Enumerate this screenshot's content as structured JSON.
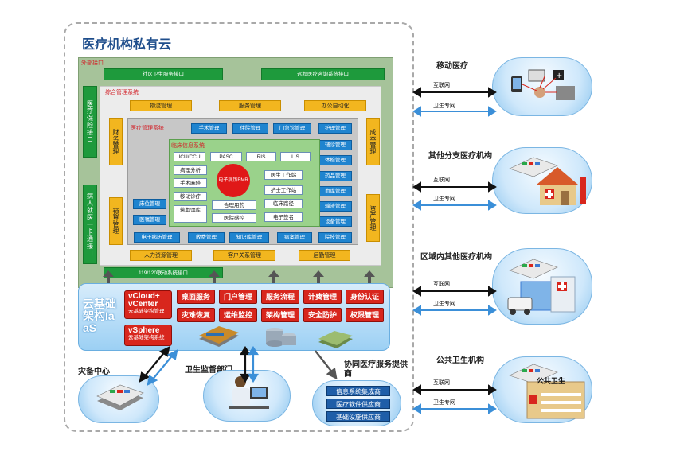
{
  "title": "医疗机构私有云",
  "external": {
    "label": "外部接口",
    "top_left": "社区卫生服务接口",
    "top_right": "远程医疗咨询系统接口",
    "left_top": "医疗保险接口",
    "left_bottom": "病人就医一卡通接口",
    "bottom": "119/120联动系统接口"
  },
  "mgmt": {
    "label": "综合管理系统",
    "top": [
      "物流管理",
      "服务管理",
      "办公自动化"
    ],
    "left_top": "财务管理",
    "left_bottom": "预算管理",
    "right_top": "成本管理",
    "right_bottom": "资产管理",
    "bottom": [
      "人力资源管理",
      "客户关系管理",
      "后勤管理"
    ]
  },
  "medical": {
    "label": "医疗管理系统",
    "top": [
      "手术管理",
      "住院管理",
      "门急诊管理",
      "护理管理"
    ],
    "right": [
      "辅诊管理",
      "体检管理",
      "药品管理",
      "血库管理",
      "输液管理",
      "设备管理"
    ],
    "left": [
      "床位管理",
      "医嘱管理"
    ],
    "bottom": [
      "电子病历管理",
      "收费管理",
      "知识库管理",
      "病案管理",
      "院技管理"
    ]
  },
  "clinical": {
    "label": "临床信息系统",
    "top": [
      "ICU/CCU",
      "PASC",
      "RIS",
      "LIS"
    ],
    "left": [
      "病理分析",
      "手术麻醉",
      "移动诊疗",
      "输血/血库"
    ],
    "center": "电子病历EMR",
    "right": [
      "医生工作站",
      "护士工作站",
      "临床路径",
      "电子签名"
    ],
    "bottom": [
      "合理用药",
      "医院感控"
    ]
  },
  "iaas": {
    "label": "云基础架构IaaS",
    "vcloud_line1": "vCloud+",
    "vcloud_line2": "vCenter",
    "vcloud_sub": "云基础架构管理",
    "vsphere": "vSphere",
    "vsphere_sub": "云基础架构系统",
    "services_row1": [
      "桌面服务",
      "门户管理",
      "服务流程",
      "计费管理",
      "身份认证"
    ],
    "services_row2": [
      "灾难恢复",
      "运维监控",
      "架构管理",
      "安全防护",
      "权限管理"
    ]
  },
  "bottom": {
    "backup": "灾备中心",
    "supervision": "卫生监督部门",
    "providers_title": "协同医疗服务提供商",
    "providers": [
      "信息系统集成商",
      "医疗软件供应商",
      "基础设施供应商"
    ]
  },
  "right_sites": [
    {
      "name": "移动医疗",
      "net1": "互联网",
      "net2": "卫生专网"
    },
    {
      "name": "其他分支医疗机构",
      "net1": "互联网",
      "net2": "卫生专网"
    },
    {
      "name": "区域内其他医疗机构",
      "net1": "互联网",
      "net2": "卫生专网"
    },
    {
      "name": "公共卫生机构",
      "net1": "互联网",
      "net2": "卫生专网",
      "building_sign": "公共卫生"
    }
  ]
}
